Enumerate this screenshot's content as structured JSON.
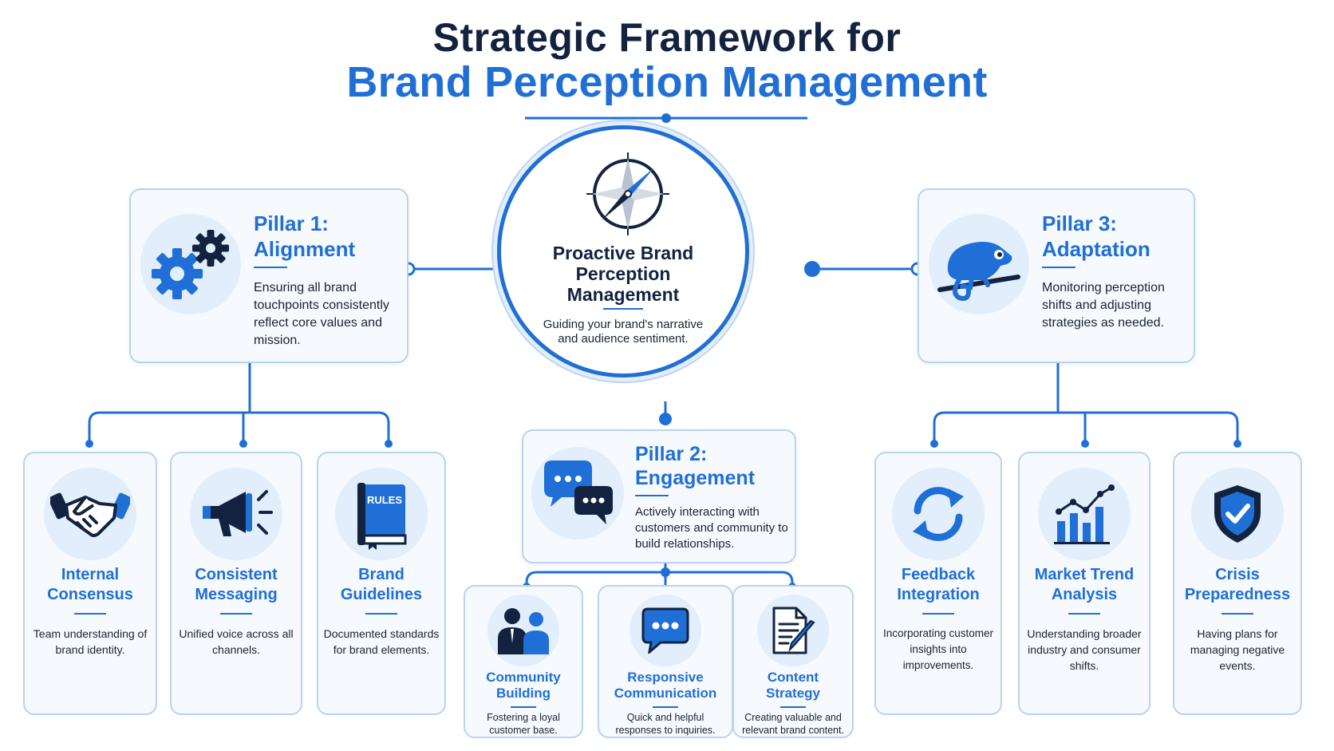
{
  "title": {
    "line1": "Strategic Framework for",
    "line2": "Brand Perception Management"
  },
  "colors": {
    "accent": "#1f6fd6",
    "dark": "#13233f",
    "card_border": "#b9d3f1",
    "card_bg": "#f6f9fd",
    "icon_bg": "#e2eefb"
  },
  "hub": {
    "title_line1": "Proactive Brand",
    "title_line2": "Perception",
    "title_line3": "Management",
    "description": "Guiding your brand's narrative and audience sentiment.",
    "icon": "compass-icon"
  },
  "pillars": [
    {
      "title_line1": "Pillar 1:",
      "title_line2": "Alignment",
      "description": "Ensuring all brand touchpoints consistently reflect core values and mission.",
      "icon": "gears-icon"
    },
    {
      "title_line1": "Pillar 2:",
      "title_line2": "Engagement",
      "description": "Actively interacting with customers and community to build relationships.",
      "icon": "chat-bubbles-icon"
    },
    {
      "title_line1": "Pillar 3:",
      "title_line2": "Adaptation",
      "description": "Monitoring perception shifts and adjusting strategies as needed.",
      "icon": "chameleon-icon"
    }
  ],
  "alignment_items": [
    {
      "title_line1": "Internal",
      "title_line2": "Consensus",
      "description": "Team understanding of brand identity.",
      "icon": "handshake-icon"
    },
    {
      "title_line1": "Consistent",
      "title_line2": "Messaging",
      "description": "Unified voice across all channels.",
      "icon": "megaphone-icon"
    },
    {
      "title_line1": "Brand",
      "title_line2": "Guidelines",
      "description": "Documented standards for brand elements.",
      "icon": "rules-book-icon",
      "icon_label": "RULES"
    }
  ],
  "engagement_items": [
    {
      "title_line1": "Community",
      "title_line2": "Building",
      "description": "Fostering a loyal customer base.",
      "icon": "people-icon"
    },
    {
      "title_line1": "Responsive",
      "title_line2": "Communication",
      "description": "Quick and helpful responses to inquiries.",
      "icon": "chat-icon"
    },
    {
      "title_line1": "Content",
      "title_line2": "Strategy",
      "description": "Creating valuable and relevant brand content.",
      "icon": "document-pen-icon"
    }
  ],
  "adaptation_items": [
    {
      "title_line1": "Feedback",
      "title_line2": "Integration",
      "description": "Incorporating customer insights into improvements.",
      "icon": "refresh-icon"
    },
    {
      "title_line1": "Market Trend",
      "title_line2": "Analysis",
      "description": "Understanding broader industry and consumer shifts.",
      "icon": "bar-chart-icon"
    },
    {
      "title_line1": "Crisis",
      "title_line2": "Preparedness",
      "description": "Having plans for managing negative events.",
      "icon": "shield-check-icon"
    }
  ]
}
